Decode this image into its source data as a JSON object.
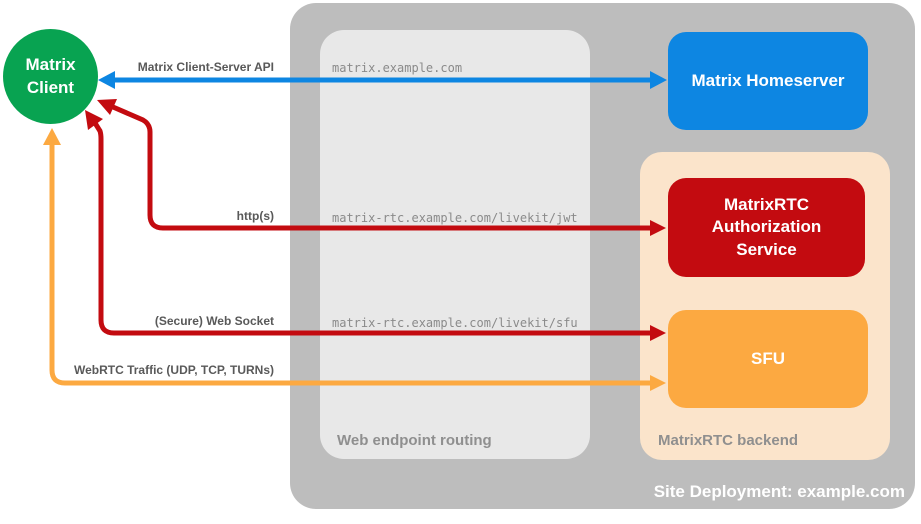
{
  "title": "Site Deployment: example.com",
  "client": {
    "label": "Matrix Client"
  },
  "homeserver": {
    "label": "Matrix Homeserver"
  },
  "routing": {
    "label": "Web endpoint routing",
    "endpoints": [
      "matrix.example.com",
      "matrix-rtc.example.com/livekit/jwt",
      "matrix-rtc.example.com/livekit/sfu"
    ]
  },
  "backend": {
    "label": "MatrixRTC backend",
    "auth_service_label": "MatrixRTC Authorization Service",
    "sfu_label": "SFU"
  },
  "connections": [
    {
      "label": "Matrix Client-Server API",
      "color": "#0d86e2",
      "from": "Matrix Client",
      "to": "Matrix Homeserver"
    },
    {
      "label": "http(s)",
      "color": "#c30b10",
      "from": "Matrix Client",
      "to": "MatrixRTC Authorization Service"
    },
    {
      "label": "(Secure) Web Socket",
      "color": "#c30b10",
      "from": "Matrix Client",
      "to": "SFU"
    },
    {
      "label": "WebRTC Traffic (UDP, TCP, TURNs)",
      "color": "#fca941",
      "from": "Matrix Client",
      "to": "SFU"
    }
  ],
  "colors": {
    "client_green": "#08a351",
    "homeserver_blue": "#0d86e2",
    "auth_red": "#c30b10",
    "sfu_orange": "#fca941",
    "backend_peach": "#fbe4cb",
    "routing_gray": "#e8e8e8",
    "site_gray": "#bdbdbd"
  }
}
